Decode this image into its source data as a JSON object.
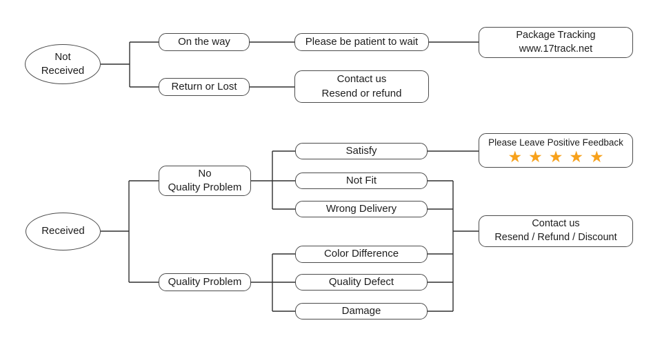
{
  "flows": {
    "not_received": {
      "root_label": "Not\nReceived",
      "on_the_way": "On the way",
      "be_patient": "Please be patient to wait",
      "package_tracking": "Package Tracking\nwww.17track.net",
      "return_or_lost": "Return or Lost",
      "contact_us_resend": "Contact us\nResend or refund"
    },
    "received": {
      "root_label": "Received",
      "no_quality_problem": "No\nQuality Problem",
      "satisfy": "Satisfy",
      "not_fit": "Not Fit",
      "wrong_delivery": "Wrong Delivery",
      "positive_feedback": "Please Leave Positive Feedback",
      "quality_problem": "Quality Problem",
      "color_difference": "Color Difference",
      "quality_defect": "Quality Defect",
      "damage": "Damage",
      "contact_us_discount": "Contact us\nResend / Refund / Discount"
    }
  },
  "icons": {
    "star": "★",
    "star_count": "5"
  },
  "colors": {
    "star_orange": "#F7A11B",
    "connector_line": "#2e2e2e",
    "node_border": "#4a4a4a",
    "background": "#ffffff"
  }
}
